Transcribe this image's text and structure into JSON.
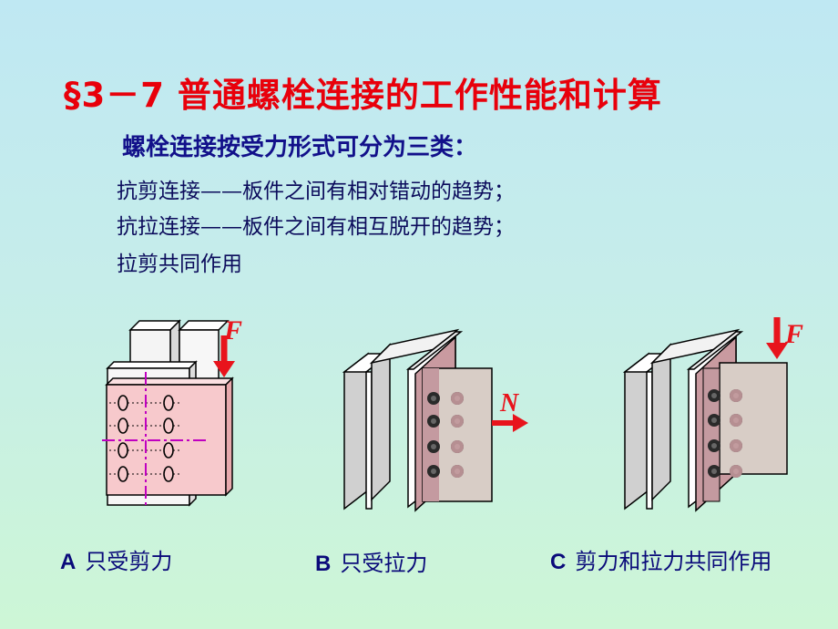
{
  "title": "§3－7  普通螺栓连接的工作性能和计算",
  "subtitle": "螺栓连接按受力形式可分为三类：",
  "lines": [
    "抗剪连接——板件之间有相对错动的趋势；",
    "抗拉连接——板件之间有相互脱开的趋势；",
    "拉剪共同作用"
  ],
  "figures": [
    {
      "force_label": "F",
      "cap_letter": "A",
      "cap_text": "只受剪力"
    },
    {
      "force_label": "N",
      "cap_letter": "B",
      "cap_text": "只受拉力"
    },
    {
      "force_label": "F",
      "cap_letter": "C",
      "cap_text": "剪力和拉力共同作用"
    }
  ],
  "colors": {
    "title": "#e8000b",
    "subtitle": "#12108a",
    "arrow": "#e8141c",
    "plate": "#f5c2c6",
    "bolt": "#2a2a2a",
    "centerline": "#c000c0"
  }
}
